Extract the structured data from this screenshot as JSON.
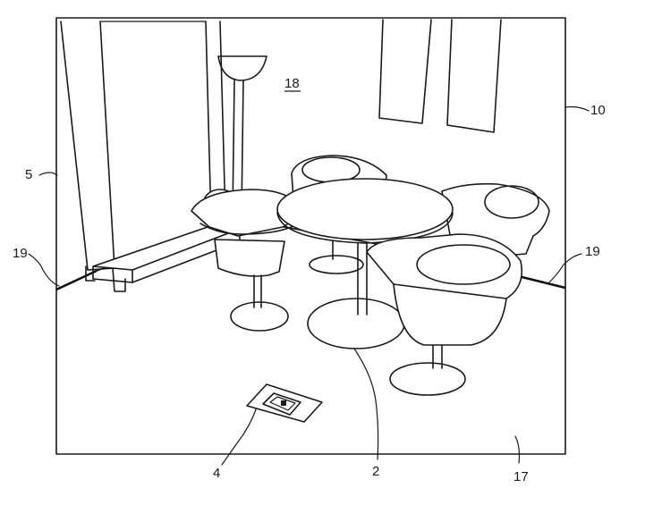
{
  "figure": {
    "reference_numerals": {
      "room_frame": "10",
      "room_back_wall": "18",
      "cabinet": "5",
      "wall_floor_edge_left": "19",
      "wall_floor_edge_right": "19",
      "floor_marker": "4",
      "table": "2",
      "floor": "17"
    }
  }
}
